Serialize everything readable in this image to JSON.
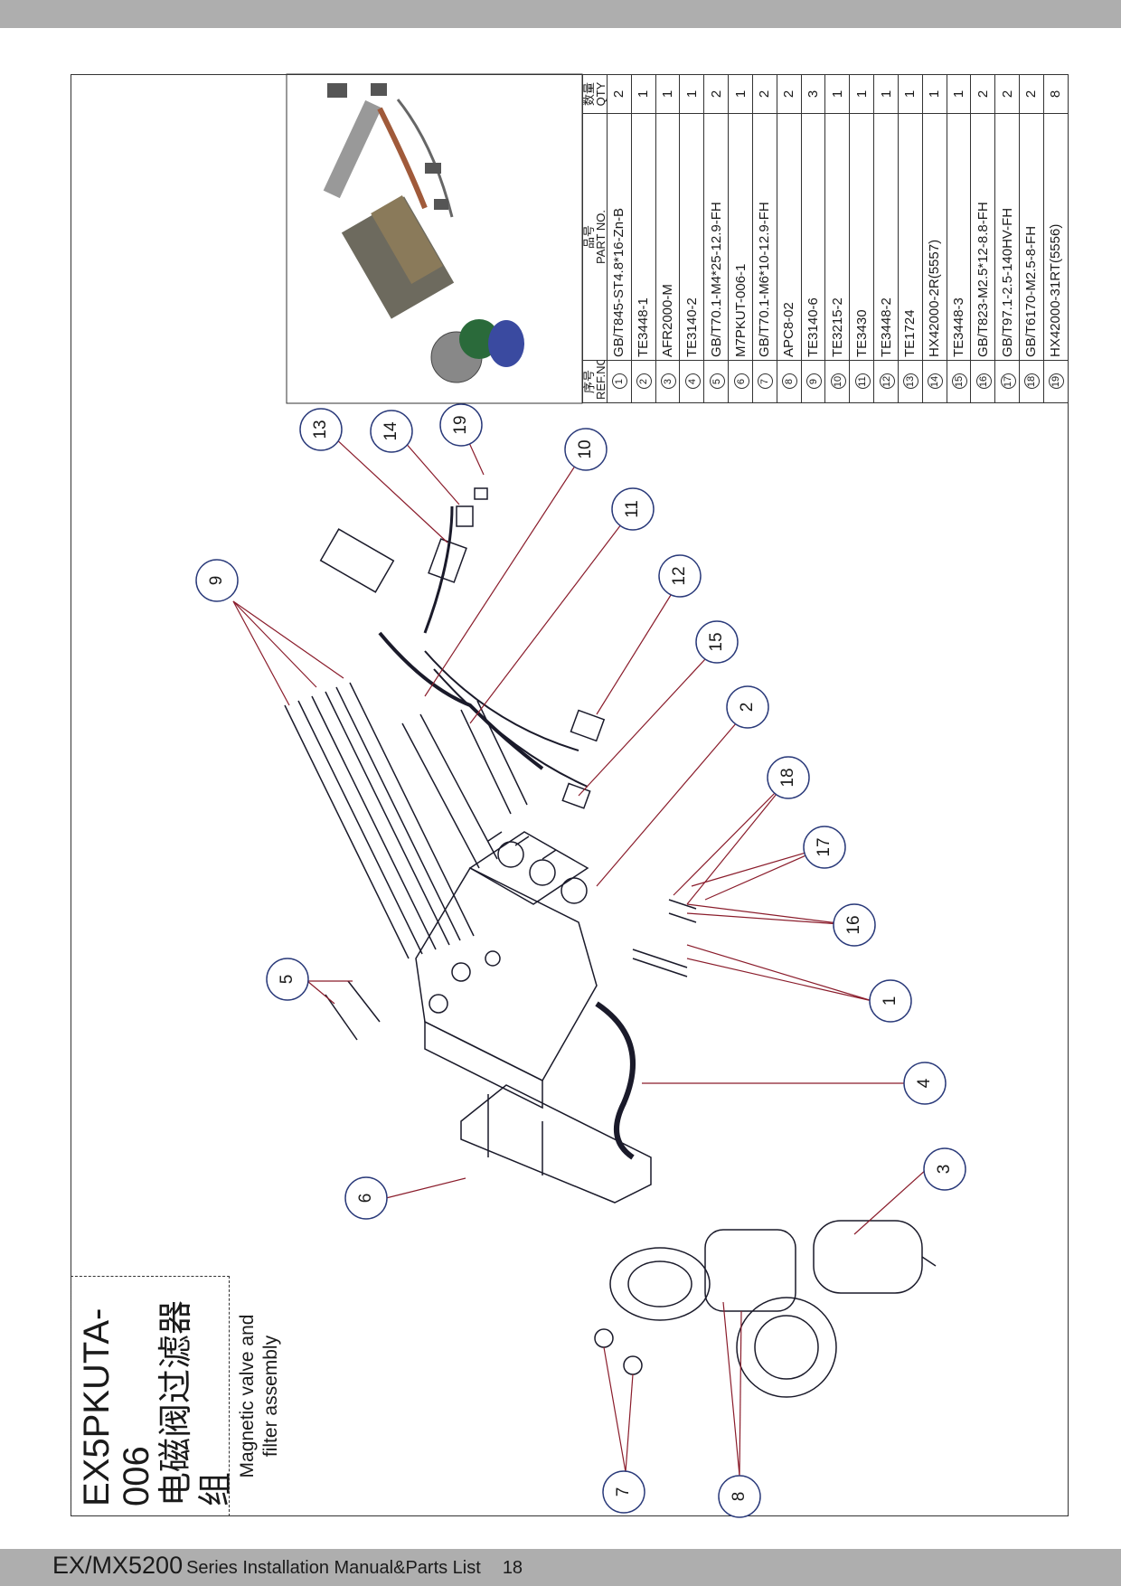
{
  "title_block": {
    "code": "EX5PKUTA-006",
    "name_cn": "电磁阀过滤器组",
    "name_en_line1": "Magnetic valve and",
    "name_en_line2": "filter assembly"
  },
  "footer": {
    "series": "EX/MX5200",
    "rest": "Series  Installation Manual&Parts List",
    "page": "18"
  },
  "table": {
    "headers": {
      "ref_cn": "序号",
      "ref_en": "REF.NO.",
      "part_cn": "品号",
      "part_en": "PART NO.",
      "qty_cn": "数量",
      "qty_en": "QTY"
    },
    "rows": [
      {
        "ref": "1",
        "part": "GB/T845-ST4.8*16-Zn-B",
        "qty": "2"
      },
      {
        "ref": "2",
        "part": "TE3448-1",
        "qty": "1"
      },
      {
        "ref": "3",
        "part": "AFR2000-M",
        "qty": "1"
      },
      {
        "ref": "4",
        "part": "TE3140-2",
        "qty": "1"
      },
      {
        "ref": "5",
        "part": "GB/T70.1-M4*25-12.9-FH",
        "qty": "2"
      },
      {
        "ref": "6",
        "part": "M7PKUT-006-1",
        "qty": "1"
      },
      {
        "ref": "7",
        "part": "GB/T70.1-M6*10-12.9-FH",
        "qty": "2"
      },
      {
        "ref": "8",
        "part": "APC8-02",
        "qty": "2"
      },
      {
        "ref": "9",
        "part": "TE3140-6",
        "qty": "3"
      },
      {
        "ref": "10",
        "part": "TE3215-2",
        "qty": "1"
      },
      {
        "ref": "11",
        "part": "TE3430",
        "qty": "1"
      },
      {
        "ref": "12",
        "part": "TE3448-2",
        "qty": "1"
      },
      {
        "ref": "13",
        "part": "TE1724",
        "qty": "1"
      },
      {
        "ref": "14",
        "part": "HX42000-2R(5557)",
        "qty": "1"
      },
      {
        "ref": "15",
        "part": "TE3448-3",
        "qty": "1"
      },
      {
        "ref": "16",
        "part": "GB/T823-M2.5*12-8.8-FH",
        "qty": "2"
      },
      {
        "ref": "17",
        "part": "GB/T97.1-2.5-140HV-FH",
        "qty": "2"
      },
      {
        "ref": "18",
        "part": "GB/T6170-M2.5-8-FH",
        "qty": "2"
      },
      {
        "ref": "19",
        "part": "HX42000-31RT(5556)",
        "qty": "8"
      }
    ]
  },
  "callouts": [
    {
      "label": "13"
    },
    {
      "label": "14"
    },
    {
      "label": "19"
    },
    {
      "label": "10"
    },
    {
      "label": "11"
    },
    {
      "label": "9"
    },
    {
      "label": "12"
    },
    {
      "label": "15"
    },
    {
      "label": "2"
    },
    {
      "label": "18"
    },
    {
      "label": "17"
    },
    {
      "label": "16"
    },
    {
      "label": "5"
    },
    {
      "label": "1"
    },
    {
      "label": "4"
    },
    {
      "label": "6"
    },
    {
      "label": "3"
    },
    {
      "label": "7"
    },
    {
      "label": "8"
    }
  ],
  "colors": {
    "leader": "#8a1c2b",
    "circle": "#2a3a7a",
    "line": "#1a1a2a",
    "bar": "#aeaeae"
  }
}
